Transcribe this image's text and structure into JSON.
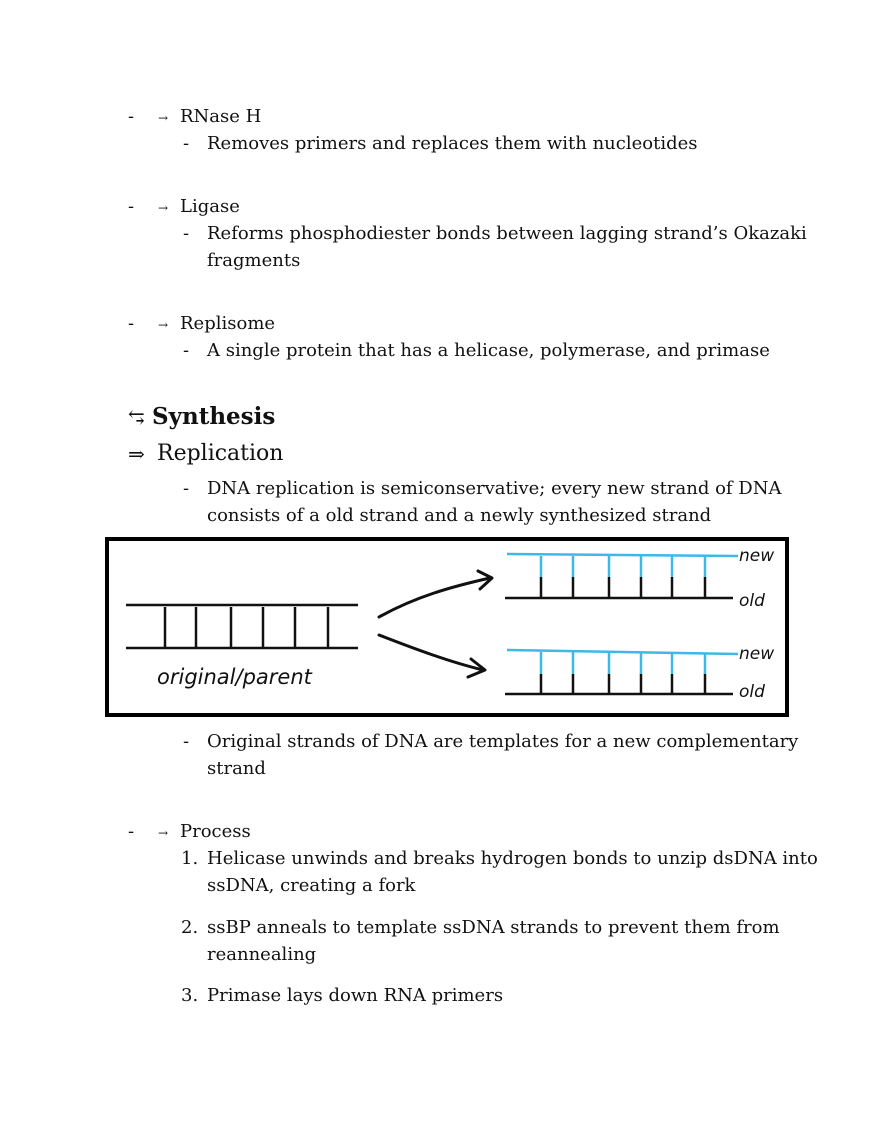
{
  "bullet_dash": "-",
  "bullet_arrow": "→",
  "sections": {
    "rnase": {
      "title": "RNase H",
      "desc": "Removes primers and replaces them with nucleotides"
    },
    "ligase": {
      "title": "Ligase",
      "desc_line1": "Reforms phosphodiester bonds between lagging strand’s Okazaki",
      "desc_line2": "fragments"
    },
    "replisome": {
      "title": "Replisome",
      "desc": "A single protein that has a helicase, polymerase, and primase"
    }
  },
  "synthesis": {
    "icon": "⥃",
    "title": "Synthesis"
  },
  "replication": {
    "icon": "⇒",
    "title": "Replication",
    "point1_line1": "DNA replication is semiconservative; every new strand of DNA",
    "point1_line2": "consists of a old strand and a newly synthesized strand",
    "point2_line1": "Original strands of DNA are templates for a new complementary",
    "point2_line2": "strand"
  },
  "diagram": {
    "original_label": "original/parent",
    "new_label": "new",
    "old_label": "old",
    "colors": {
      "new_strand": "#3db8e8",
      "old_strand": "#111111",
      "frame": "#000000"
    }
  },
  "process": {
    "title": "Process",
    "steps": [
      {
        "num": "1.",
        "line1": "Helicase unwinds and breaks hydrogen bonds to unzip dsDNA into",
        "line2": "ssDNA, creating a fork"
      },
      {
        "num": "2.",
        "line1": "ssBP anneals to template ssDNA strands to prevent them from",
        "line2": "reannealing"
      },
      {
        "num": "3.",
        "line1": "Primase lays down RNA primers",
        "line2": ""
      }
    ]
  }
}
